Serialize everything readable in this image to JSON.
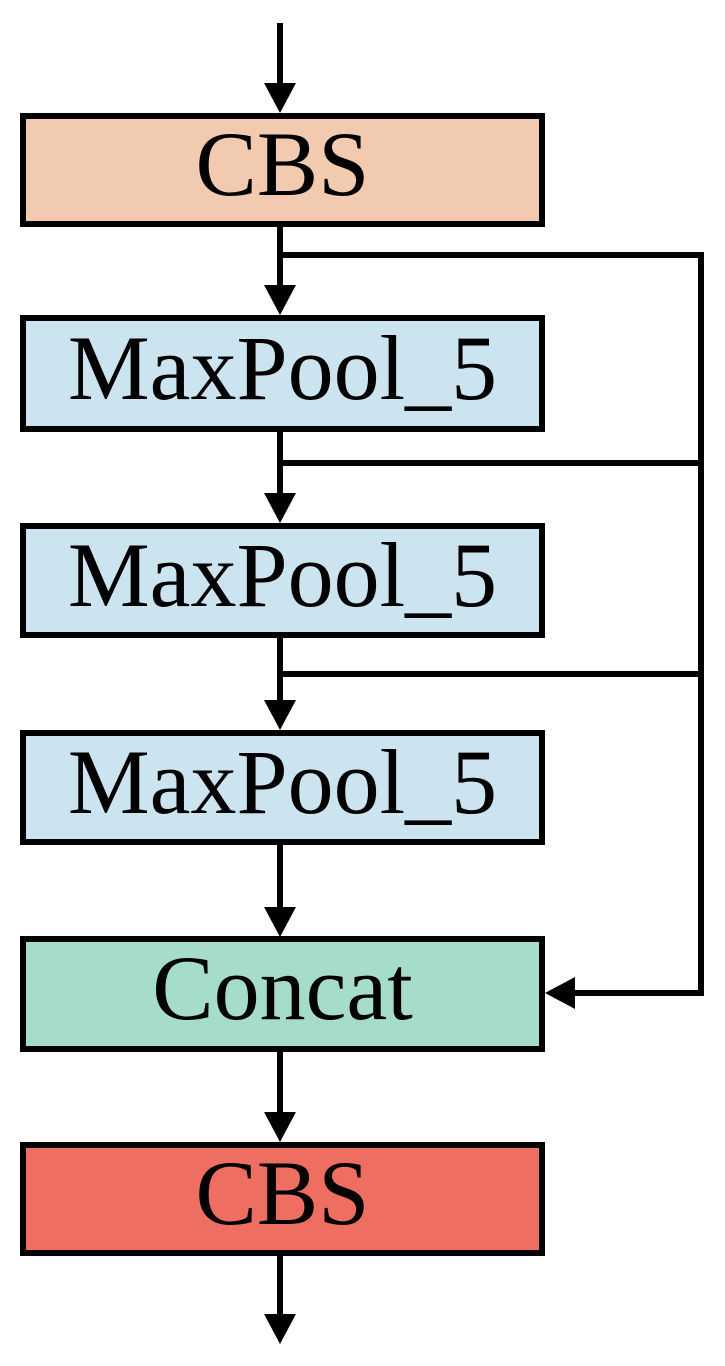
{
  "diagram": {
    "background": "#ffffff",
    "line_color": "#000000",
    "border_color": "#000000",
    "nodes": [
      {
        "id": "cbs-top",
        "label": "CBS",
        "fill": "#f2caaf"
      },
      {
        "id": "maxpool-1",
        "label": "MaxPool_5",
        "fill": "#cbe4ef"
      },
      {
        "id": "maxpool-2",
        "label": "MaxPool_5",
        "fill": "#cbe4ef"
      },
      {
        "id": "maxpool-3",
        "label": "MaxPool_5",
        "fill": "#cbe4ef"
      },
      {
        "id": "concat",
        "label": "Concat",
        "fill": "#a6dccb"
      },
      {
        "id": "cbs-bottom",
        "label": "CBS",
        "fill": "#ee6f62"
      }
    ],
    "edges": [
      {
        "from": "input",
        "to": "cbs-top"
      },
      {
        "from": "cbs-top",
        "to": "maxpool-1"
      },
      {
        "from": "maxpool-1",
        "to": "maxpool-2"
      },
      {
        "from": "maxpool-2",
        "to": "maxpool-3"
      },
      {
        "from": "maxpool-3",
        "to": "concat"
      },
      {
        "from": "cbs-top",
        "to": "concat",
        "via": "skip-rail"
      },
      {
        "from": "maxpool-1",
        "to": "concat",
        "via": "skip-rail"
      },
      {
        "from": "maxpool-2",
        "to": "concat",
        "via": "skip-rail"
      },
      {
        "from": "concat",
        "to": "cbs-bottom"
      },
      {
        "from": "cbs-bottom",
        "to": "output"
      }
    ]
  }
}
